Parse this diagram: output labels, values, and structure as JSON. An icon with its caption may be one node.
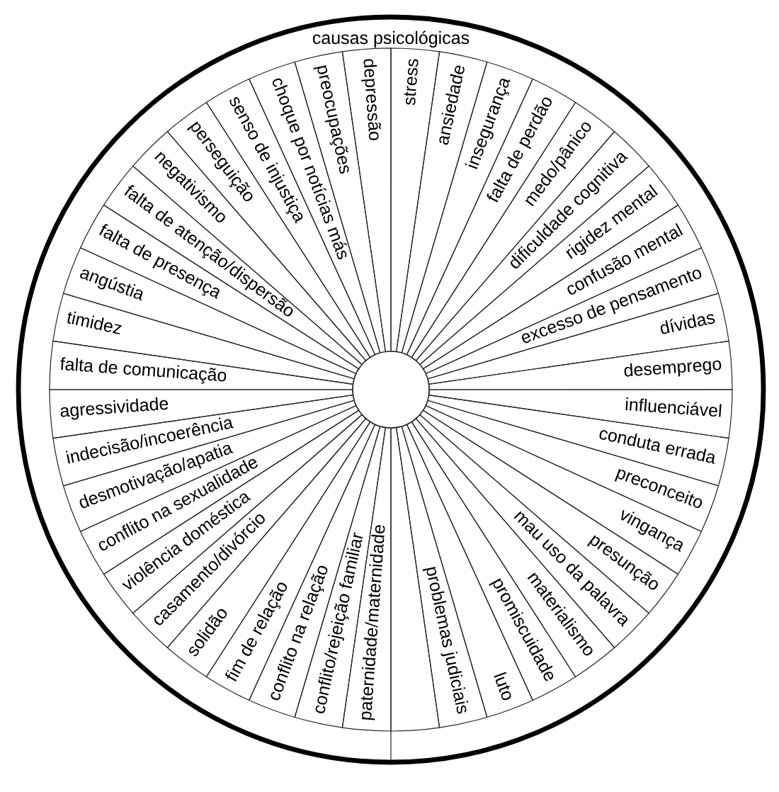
{
  "diagram": {
    "title": "causas psicológicas",
    "nodes": [
      {
        "text": [
          "stress"
        ]
      },
      {
        "text": [
          "ansiedade"
        ]
      },
      {
        "text": [
          "insegurança"
        ]
      },
      {
        "text": [
          "falta de perdão"
        ]
      },
      {
        "text": [
          "medo/pânico"
        ]
      },
      {
        "text": [
          "dificuldade cognitiva"
        ]
      },
      {
        "text": [
          "rigidez mental"
        ]
      },
      {
        "text": [
          "confusão mental"
        ]
      },
      {
        "text": [
          "excesso de pensamento"
        ]
      },
      {
        "text": [
          "dívidas"
        ]
      },
      {
        "text": [
          "desemprego"
        ]
      },
      {
        "text": [
          "influenciável"
        ]
      },
      {
        "text": [
          "conduta errada"
        ]
      },
      {
        "text": [
          "preconceito"
        ]
      },
      {
        "text": [
          "vingança"
        ]
      },
      {
        "text": [
          "presunção"
        ]
      },
      {
        "text": [
          "mau uso da palavra"
        ]
      },
      {
        "text": [
          "materialismo"
        ]
      },
      {
        "text": [
          "promiscuidade"
        ]
      },
      {
        "text": [
          "luto"
        ]
      },
      {
        "text": [
          "problemas judiciais"
        ]
      },
      {
        "text": [],
        "shape": "sector"
      },
      {
        "text": [
          "paternidade/maternidade"
        ]
      },
      {
        "text": [
          "conflito/rejeição familiar"
        ]
      },
      {
        "text": [
          "conflito na relação"
        ]
      },
      {
        "text": [
          "fim de relação"
        ]
      },
      {
        "text": [
          "solidão"
        ]
      },
      {
        "text": [
          "casamento/divórcio"
        ]
      },
      {
        "text": [
          "violência doméstica"
        ]
      },
      {
        "text": [
          "conflito na sexualidade"
        ]
      },
      {
        "text": [
          "desmotivação/apatia"
        ]
      },
      {
        "text": [
          "indecisão/incoerência"
        ]
      },
      {
        "text": [
          "agressividade"
        ]
      },
      {
        "text": [
          "falta de comunicação"
        ]
      },
      {
        "text": [
          "timidez"
        ]
      },
      {
        "text": [
          "angústia"
        ]
      },
      {
        "text": [
          "falta de presença"
        ]
      },
      {
        "text": [
          "falta de atenção/dispersão"
        ]
      },
      {
        "text": [
          "negativismo"
        ]
      },
      {
        "text": [
          "perseguição"
        ]
      },
      {
        "text": [
          "senso de injustiça"
        ]
      },
      {
        "text": [
          "choque por notícias más"
        ]
      },
      {
        "text": [
          "preocupações"
        ]
      },
      {
        "text": [
          "depressão"
        ]
      }
    ]
  }
}
